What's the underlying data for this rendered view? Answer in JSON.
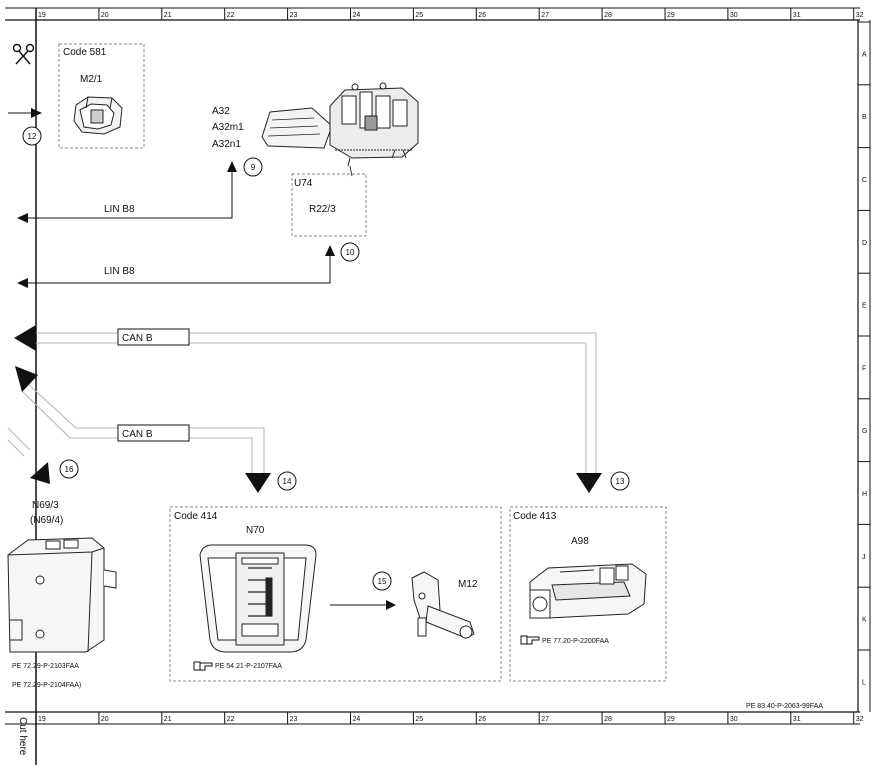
{
  "ruler": {
    "columns": [
      "19",
      "20",
      "21",
      "22",
      "23",
      "24",
      "25",
      "26",
      "27",
      "28",
      "29",
      "30",
      "31",
      "32"
    ],
    "rows": [
      "A",
      "B",
      "C",
      "D",
      "E",
      "F",
      "G",
      "H",
      "J",
      "K",
      "L"
    ]
  },
  "cut_label": "Cut here",
  "scissors_icon": "scissors-icon",
  "code_581": {
    "code": "Code 581",
    "component": "M2/1"
  },
  "callouts": {
    "c9": "9",
    "c10": "10",
    "c12": "12",
    "c13": "13",
    "c14": "14",
    "c15": "15",
    "c16": "16"
  },
  "a32": {
    "line1": "A32",
    "line2": "A32m1",
    "line3": "A32n1"
  },
  "u74": {
    "line1": "U74",
    "line2": "R22/3"
  },
  "buses": {
    "lin1": "LIN B8",
    "lin2": "LIN B8",
    "can1": "CAN B",
    "can2": "CAN B"
  },
  "n69": {
    "line1": "N69/3",
    "line2": "(N69/4)",
    "ref1": "PE 72.29-P-2103FAA",
    "ref2": "PE 72.29-P-2104FAA)"
  },
  "code_414": {
    "code": "Code 414",
    "component": "N70",
    "motor": "M12",
    "ref": "PE 54.21-P-2107FAA"
  },
  "code_413": {
    "code": "Code 413",
    "component": "A98",
    "ref": "PE 77.20-P-2200FAA"
  },
  "doc_ref": "PE 83.40-P-2063-99FAA",
  "colors": {
    "line": "#111111",
    "bus": "#b5b5b5",
    "dashed": "#888888"
  }
}
